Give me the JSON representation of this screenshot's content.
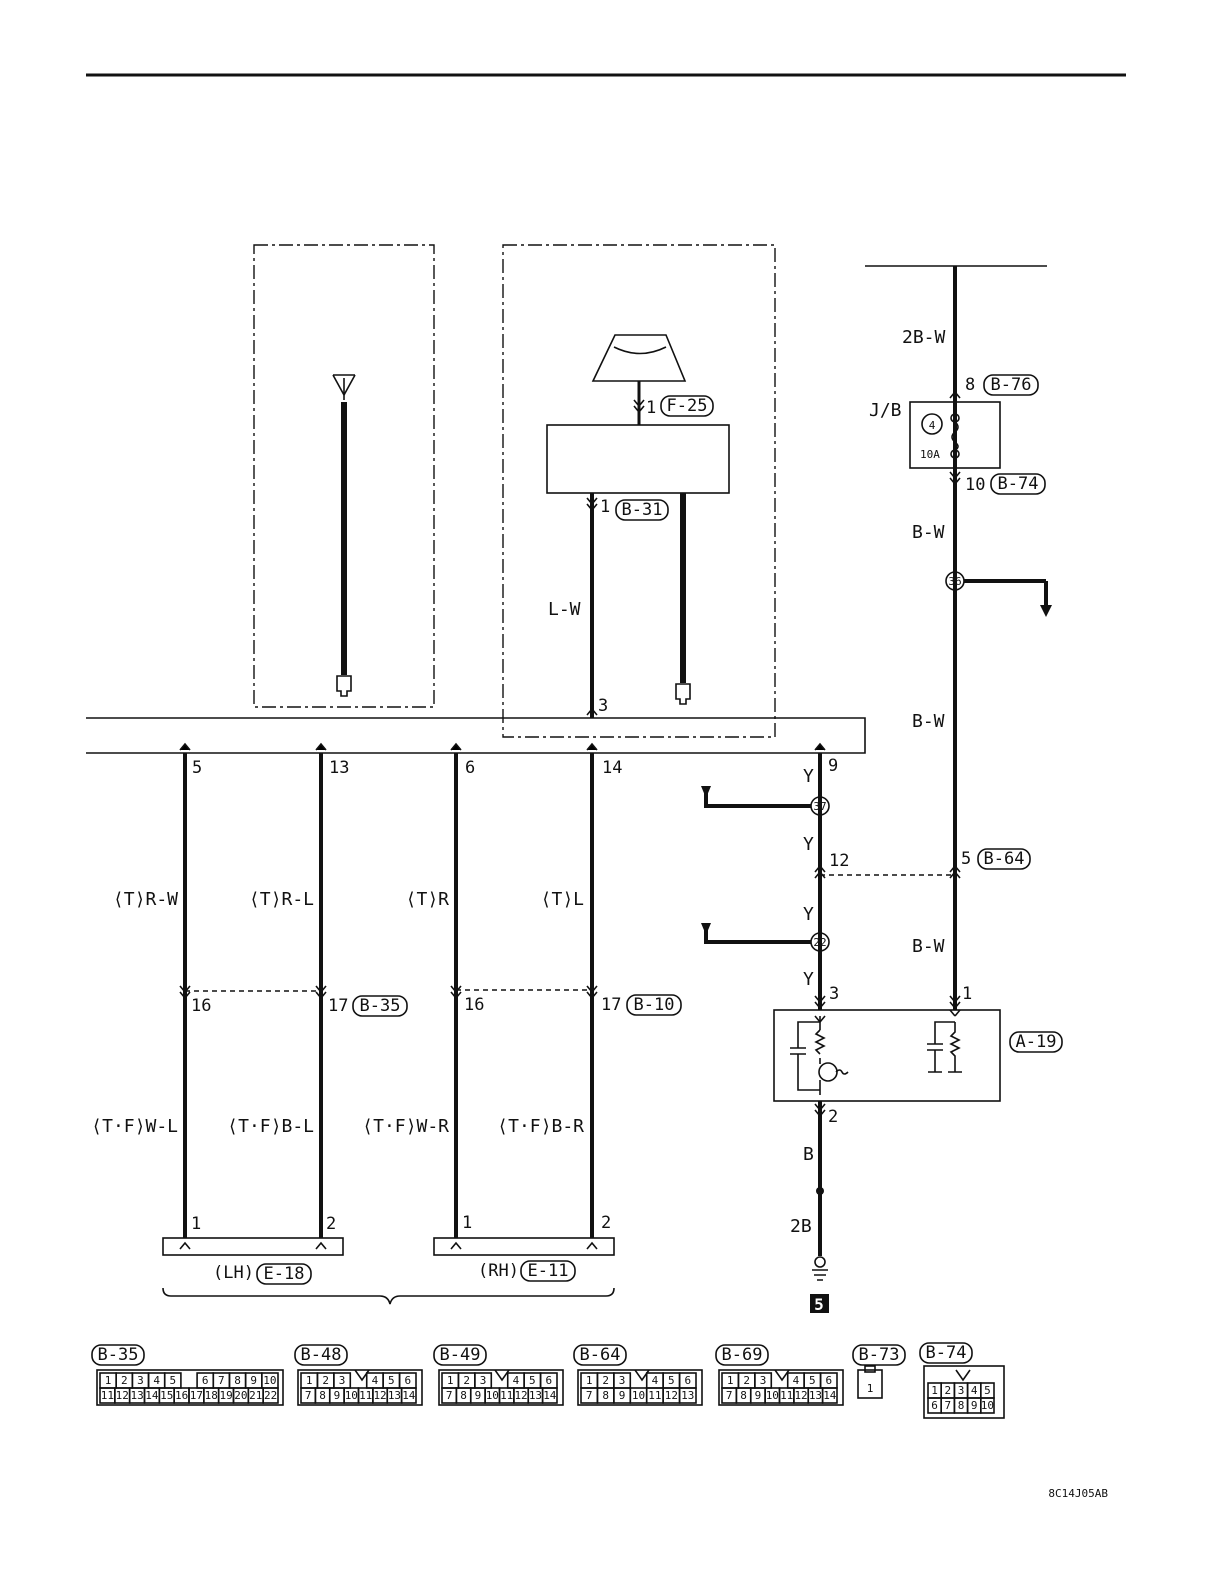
{
  "diagram_code": "8C14J05AB",
  "feed": {
    "wire": "2B-W",
    "pin_in": "8",
    "conn_in": "B-76",
    "jb": "J/B",
    "fuse_no": "4",
    "fuse_rating": "10A",
    "pin_out": "10",
    "conn_out": "B-74",
    "wire_out": "B-W",
    "splice": "36",
    "wire_down": "B-W"
  },
  "unit": {
    "pin": "1",
    "conn_top": "F-25",
    "pin_b": "1",
    "conn_b": "B-31",
    "wire": "L-W",
    "pin_bus": "3"
  },
  "bus_pins": {
    "p5": "5",
    "p13": "13",
    "p6": "6",
    "p14": "14",
    "p9": "9"
  },
  "upper_wires": {
    "w1": "⟨T⟩R-W",
    "w2": "⟨T⟩R-L",
    "w3": "⟨T⟩R",
    "w4": "⟨T⟩L"
  },
  "mid_conn": {
    "p16a": "16",
    "p17a": "17",
    "conn_a": "B-35",
    "p16b": "16",
    "p17b": "17",
    "conn_b": "B-10"
  },
  "lower_wires": {
    "w1": "⟨T·F⟩W-L",
    "w2": "⟨T·F⟩B-L",
    "w3": "⟨T·F⟩W-R",
    "w4": "⟨T·F⟩B-R"
  },
  "speakers": {
    "lh": {
      "p1": "1",
      "p2": "2",
      "side": "(LH)",
      "conn": "E-18"
    },
    "rh": {
      "p1": "1",
      "p2": "2",
      "side": "(RH)",
      "conn": "E-11"
    }
  },
  "ignition": {
    "y1": "Y",
    "splice1": "37",
    "y2": "Y",
    "pin12": "12",
    "pin5": "5",
    "conn64": "B-64",
    "y3": "Y",
    "splice2": "22",
    "wire_bw": "B-W",
    "y4": "Y",
    "pin3": "3",
    "pin1": "1",
    "conn_a19": "A-19",
    "pin2": "2",
    "wire_b": "B",
    "wire_2b": "2B",
    "ground": "5"
  },
  "connectors": [
    {
      "id": "B-35",
      "row1": [
        "1",
        "2",
        "3",
        "4",
        "5",
        "",
        "6",
        "7",
        "8",
        "9",
        "10"
      ],
      "row2": [
        "11",
        "12",
        "13",
        "14",
        "15",
        "16",
        "17",
        "18",
        "19",
        "20",
        "21",
        "22"
      ]
    },
    {
      "id": "B-48",
      "row1": [
        "1",
        "2",
        "3",
        "",
        "4",
        "5",
        "6"
      ],
      "row2": [
        "7",
        "8",
        "9",
        "10",
        "11",
        "12",
        "13",
        "14"
      ]
    },
    {
      "id": "B-49",
      "row1": [
        "1",
        "2",
        "3",
        "",
        "4",
        "5",
        "6"
      ],
      "row2": [
        "7",
        "8",
        "9",
        "10",
        "11",
        "12",
        "13",
        "14"
      ]
    },
    {
      "id": "B-64",
      "row1": [
        "1",
        "2",
        "3",
        "",
        "4",
        "5",
        "6"
      ],
      "row2": [
        "7",
        "8",
        "9",
        "10",
        "11",
        "12",
        "13"
      ]
    },
    {
      "id": "B-69",
      "row1": [
        "1",
        "2",
        "3",
        "",
        "4",
        "5",
        "6"
      ],
      "row2": [
        "7",
        "8",
        "9",
        "10",
        "11",
        "12",
        "13",
        "14"
      ]
    },
    {
      "id": "B-73",
      "row1": [
        "1"
      ]
    },
    {
      "id": "B-74",
      "row1": [
        "1",
        "2",
        "3",
        "4",
        "5"
      ],
      "row2": [
        "6",
        "7",
        "8",
        "9",
        "10"
      ]
    }
  ]
}
